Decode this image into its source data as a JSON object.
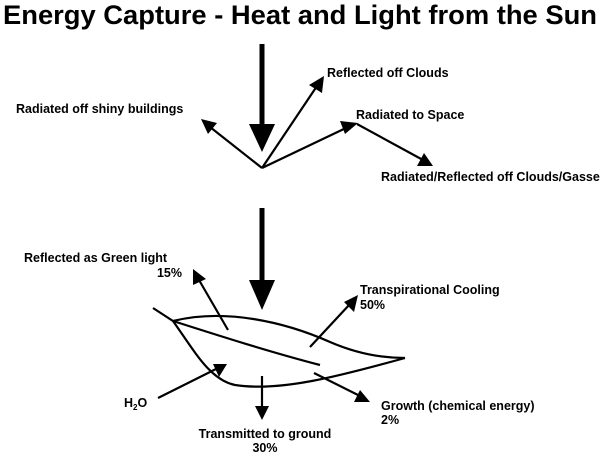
{
  "title": "Energy Capture - Heat and Light from the Sun",
  "top_section": {
    "reflected_clouds": "Reflected off Clouds",
    "radiated_buildings": "Radiated off shiny buildings",
    "radiated_space": "Radiated to Space",
    "radiated_reflected_gasses": "Radiated/Reflected off Clouds/Gasses"
  },
  "leaf_section": {
    "green_light_label": "Reflected as Green light",
    "green_light_pct": "15%",
    "transpirational_label": "Transpirational Cooling",
    "transpirational_pct": "50%",
    "water_label": "H",
    "water_sub": "2",
    "water_suffix": "O",
    "growth_label": "Growth (chemical energy)",
    "growth_pct": "2%",
    "ground_label": "Transmitted to ground",
    "ground_pct": "30%"
  },
  "icons": {
    "incoming_sunlight_top": "down-arrow-icon",
    "incoming_sunlight_leaf": "down-arrow-icon",
    "leaf": "leaf-icon"
  }
}
